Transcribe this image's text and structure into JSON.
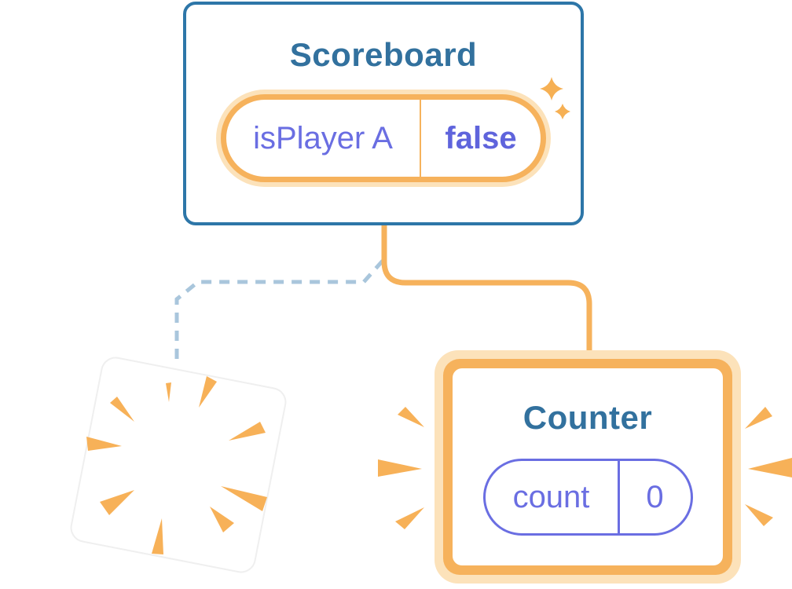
{
  "scoreboard": {
    "title": "Scoreboard",
    "state": {
      "key": "isPlayer A",
      "value": "false"
    }
  },
  "counter": {
    "title": "Counter",
    "state": {
      "key": "count",
      "value": "0"
    }
  },
  "icons": {
    "sparkles": "sparkles-icon",
    "poof_burst": "poof-burst-icon",
    "emphasis_left": "burst-rays-left-icon",
    "emphasis_right": "burst-rays-right-icon"
  },
  "colors": {
    "background": "#ffffff",
    "card_border_blue": "#2d76a8",
    "title_blue": "#32719e",
    "state_purple": "#6a6ee2",
    "value_purple": "#5f64dc",
    "accent_orange": "#f6b25c",
    "accent_orange_light": "#fce2ba",
    "burst_orange": "#f7b158",
    "dashed_blue": "#a9c6dc"
  }
}
